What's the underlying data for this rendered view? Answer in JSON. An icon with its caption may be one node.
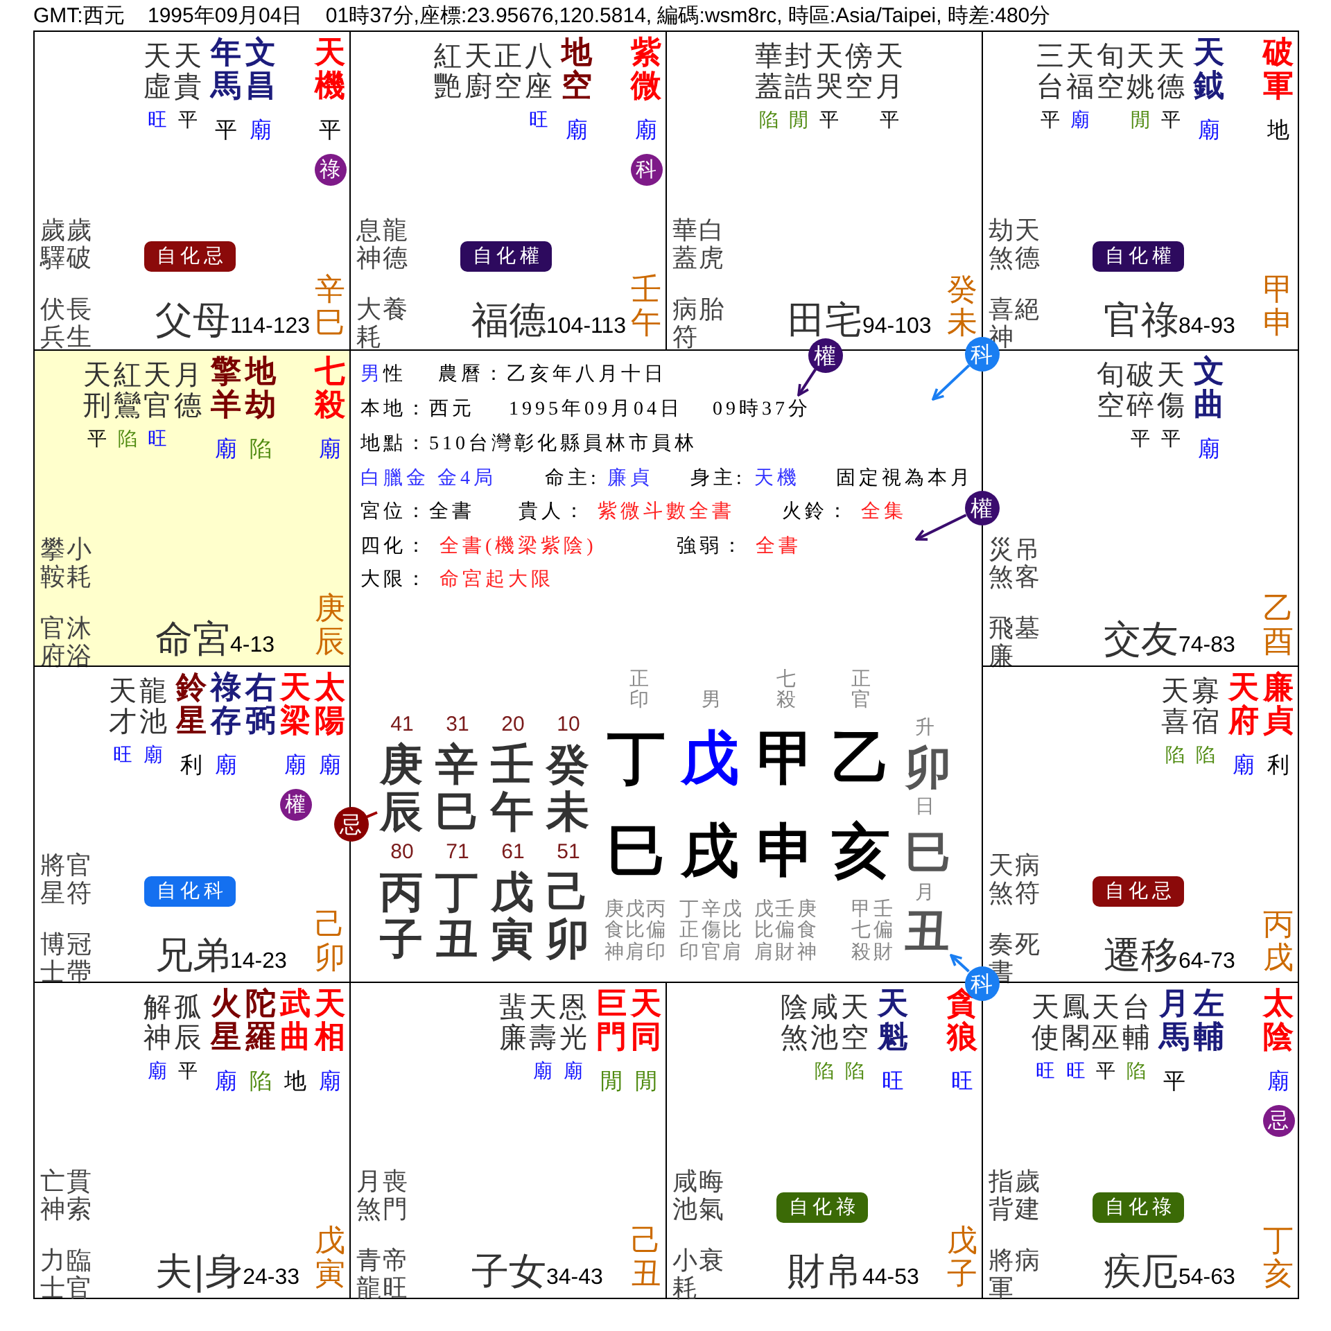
{
  "diagram": {
    "title": "GMT:西元    1995年09月04日    01時37分,座標:23.95676,120.5814, 編碼:wsm8rc, 時區:Asia/Taipei, 時差:480分",
    "nodes": [
      {
        "text": [
          "天虛",
          "旺",
          "天貴",
          "平",
          "年馬",
          "平",
          "文昌",
          "廟",
          "天機",
          "平",
          "歲驛",
          "歲破",
          "伏兵",
          "長生",
          "父母",
          "114-123",
          "辛巳"
        ]
      },
      {
        "text": [
          "祿"
        ],
        "in": 0
      },
      {
        "text": [
          "自化忌"
        ],
        "in": 0
      },
      {
        "text": [
          "紅艷",
          "天廚",
          "正空",
          "八座",
          "旺",
          "地空",
          "廟",
          "紫微",
          "廟",
          "息神",
          "龍德",
          "大耗",
          "養",
          "福德",
          "104-113",
          "壬午"
        ]
      },
      {
        "text": [
          "科"
        ],
        "in": 3
      },
      {
        "text": [
          "自化權"
        ],
        "in": 3
      },
      {
        "text": [
          "華蓋",
          "陷",
          "封誥",
          "閒",
          "天哭",
          "平",
          "傍空",
          "天月",
          "平",
          "華蓋",
          "白虎",
          "病符",
          "胎",
          "田宅",
          "94-103",
          "癸未"
        ]
      },
      {
        "text": [
          "三台",
          "平",
          "天福",
          "廟",
          "旬空",
          "天姚",
          "閒",
          "天德",
          "平",
          "天鉞",
          "廟",
          "破軍",
          "地",
          "劫煞",
          "天德",
          "喜神",
          "絕",
          "官祿",
          "84-93",
          "甲申"
        ]
      },
      {
        "text": [
          "自化權"
        ],
        "in": 7
      },
      {
        "text": [
          "權"
        ]
      },
      {
        "text": [
          "科"
        ]
      },
      {
        "text": [
          "天刑",
          "平",
          "紅鸞",
          "陷",
          "天官",
          "旺",
          "月德",
          "擎羊",
          "廟",
          "地劫",
          "陷",
          "七殺",
          "廟",
          "攀鞍",
          "小耗",
          "官府",
          "沐浴",
          "命宮",
          "4-13",
          "庚辰"
        ]
      },
      {
        "text": [
          "男性",
          "農曆：乙亥年八月十日",
          "本地：西元",
          "1995年09月04日",
          "09時37分",
          "地點：510台灣彰化縣員林市員林",
          "白臘金 金4局",
          "命主:",
          "廉貞",
          "身主:",
          "天機",
          "固定視為本月",
          "宮位：全書",
          "貴人：",
          "紫微斗數全書",
          "火鈴：",
          "全集",
          "四化：",
          "全書(機梁紫陰)",
          "強弱：",
          "全書",
          "大限：",
          "命宮起大限",
          "正印",
          "男",
          "七殺",
          "正官",
          "41",
          "31",
          "20",
          "10",
          "升",
          "庚辰",
          "辛巳",
          "壬午",
          "癸未",
          "80",
          "71",
          "61",
          "51",
          "丙子",
          "丁丑",
          "戊寅",
          "己卯",
          "丁",
          "戊",
          "甲",
          "乙",
          "卯",
          "日",
          "巳",
          "戌",
          "申",
          "亥",
          "巳",
          "庚食神",
          "戊比肩",
          "丙偏印",
          "丁正印",
          "辛傷官",
          "戊比肩",
          "戊比肩",
          "壬偏財",
          "庚食神",
          "甲七殺",
          "壬偏財",
          "月",
          "丑"
        ]
      },
      {
        "text": [
          "旬空",
          "破碎",
          "平",
          "天傷",
          "平",
          "文曲",
          "廟",
          "災煞",
          "吊客",
          "飛廉",
          "墓",
          "交友",
          "74-83",
          "乙酉"
        ]
      },
      {
        "text": [
          "權"
        ]
      },
      {
        "text": [
          "天才",
          "旺",
          "龍池",
          "廟",
          "鈴星",
          "利",
          "祿存",
          "廟",
          "右弼",
          "天梁",
          "廟",
          "太陽",
          "廟",
          "將星",
          "官符",
          "博士",
          "冠帶",
          "兄弟",
          "14-23",
          "己卯"
        ]
      },
      {
        "text": [
          "權"
        ],
        "in": 15
      },
      {
        "text": [
          "自化科"
        ],
        "in": 15
      },
      {
        "text": [
          "忌"
        ]
      },
      {
        "text": [
          "天喜",
          "陷",
          "寡宿",
          "陷",
          "天府",
          "廟",
          "廉貞",
          "利",
          "天煞",
          "病符",
          "奏書",
          "死",
          "遷移",
          "64-73",
          "丙戌"
        ]
      },
      {
        "text": [
          "自化忌"
        ],
        "in": 19
      },
      {
        "text": [
          "科"
        ]
      },
      {
        "text": [
          "解神",
          "廟",
          "孤辰",
          "平",
          "火星",
          "廟",
          "陀羅",
          "陷",
          "武曲",
          "地",
          "天相",
          "廟",
          "亡神",
          "貫索",
          "力士",
          "臨官",
          "夫|身",
          "24-33",
          "戊寅"
        ]
      },
      {
        "text": [
          "蜚廉",
          "天壽",
          "廟",
          "恩光",
          "廟",
          "巨門",
          "閒",
          "天同",
          "閒",
          "月煞",
          "喪門",
          "青龍",
          "帝旺",
          "子女",
          "34-43",
          "己丑"
        ]
      },
      {
        "text": [
          "陰煞",
          "咸池",
          "陷",
          "天空",
          "陷",
          "天魁",
          "旺",
          "貪狼",
          "旺",
          "咸池",
          "晦氣",
          "小耗",
          "衰",
          "財帛",
          "44-53",
          "戊子"
        ]
      },
      {
        "text": [
          "自化祿"
        ],
        "in": 24
      },
      {
        "text": [
          "天使",
          "旺",
          "鳳閣",
          "旺",
          "天巫",
          "平",
          "台輔",
          "陷",
          "月馬",
          "平",
          "左輔",
          "太陰",
          "廟",
          "指背",
          "歲建",
          "將軍",
          "病",
          "疾厄",
          "54-63",
          "丁亥"
        ]
      },
      {
        "text": [
          "忌"
        ],
        "in": 26
      },
      {
        "text": [
          "自化祿"
        ],
        "in": 26
      }
    ],
    "edges": [
      {
        "from": 9,
        "to": 12,
        "arrow": "to",
        "color": "#3a0c6e"
      },
      {
        "from": 10,
        "to": 12,
        "arrow": "to",
        "color": "#1a7ef2"
      },
      {
        "from": 14,
        "to": 12,
        "arrow": "to",
        "color": "#3a0c6e"
      },
      {
        "from": 18,
        "to": 12,
        "arrow": "none",
        "color": "#a00000"
      },
      {
        "from": 21,
        "to": 12,
        "arrow": "to",
        "color": "#1a7ef2"
      }
    ]
  }
}
